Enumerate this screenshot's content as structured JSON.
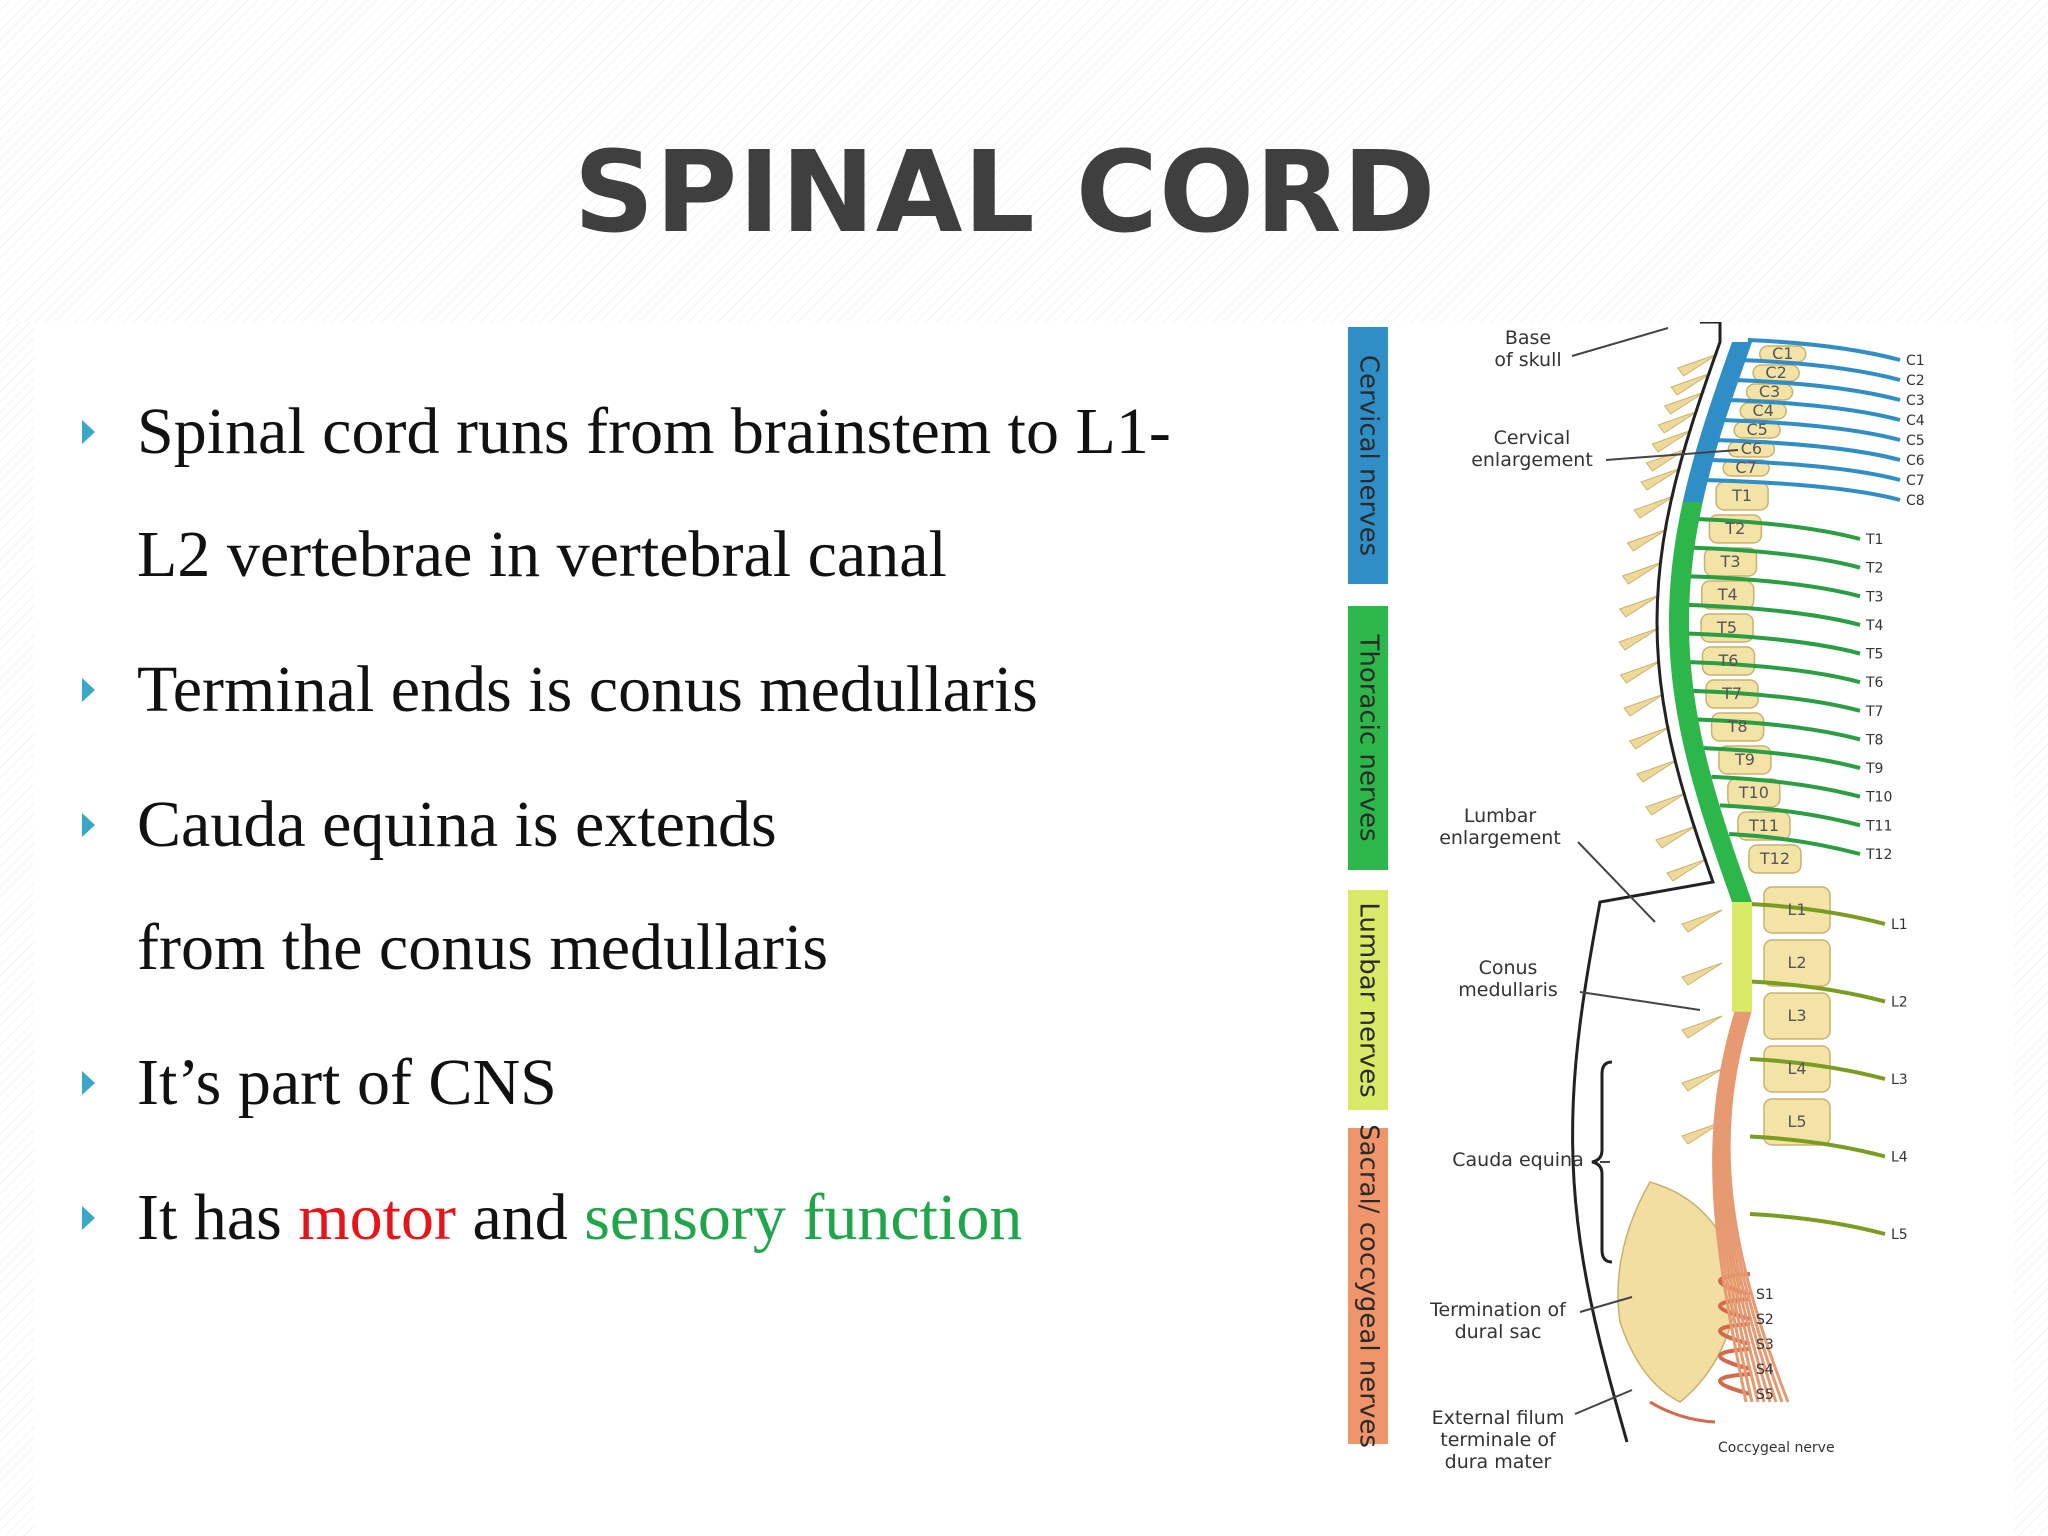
{
  "slide": {
    "title": "SPINAL CORD",
    "bullets": [
      {
        "text": "Spinal cord runs from brainstem to L1-L2 vertebrae in vertebral canal"
      },
      {
        "text": "Terminal ends is conus medullaris"
      },
      {
        "text": "Cauda equina is extends from the conus medullaris"
      },
      {
        "text": "It’s part of CNS"
      },
      {
        "before": "It has ",
        "motor": "motor",
        "middle": " and ",
        "sensory": "sensory function"
      }
    ],
    "colors": {
      "title": "#3f3f3f",
      "bullet_arrow": "#3aa7c9",
      "motor": "#e8141c",
      "sensory": "#1fa64a"
    }
  },
  "diagram": {
    "regions": [
      {
        "label": "Cervical nerves",
        "color": "#2f8ec6"
      },
      {
        "label": "Thoracic nerves",
        "color": "#2db64a"
      },
      {
        "label": "Lumbar nerves",
        "color": "#d9ea66"
      },
      {
        "label": "Sacral/ coccygeal nerves",
        "color": "#f0956a"
      }
    ],
    "annotations": {
      "base_of_skull": [
        "Base",
        "of skull"
      ],
      "cervical_enlargement": [
        "Cervical",
        "enlargement"
      ],
      "lumbar_enlargement": [
        "Lumbar",
        "enlargement"
      ],
      "conus_medullaris": [
        "Conus",
        "medullaris"
      ],
      "cauda_equina": [
        "Cauda equina"
      ],
      "termination_dural_sac": [
        "Termination of",
        "dural sac"
      ],
      "filum_terminale": [
        "External filum",
        "terminale of",
        "dura mater"
      ]
    },
    "vertebrae_labels": [
      "C1",
      "C2",
      "C3",
      "C4",
      "C5",
      "C6",
      "C7",
      "T1",
      "T2",
      "T3",
      "T4",
      "T5",
      "T6",
      "T7",
      "T8",
      "T9",
      "T10",
      "T11",
      "T12",
      "L1",
      "L2",
      "L3",
      "L4",
      "L5"
    ],
    "cervical_nerves": [
      "C1",
      "C2",
      "C3",
      "C4",
      "C5",
      "C6",
      "C7",
      "C8"
    ],
    "thoracic_nerves": [
      "T1",
      "T2",
      "T3",
      "T4",
      "T5",
      "T6",
      "T7",
      "T8",
      "T9",
      "T10",
      "T11",
      "T12"
    ],
    "lumbar_nerves": [
      "L1",
      "L2",
      "L3",
      "L4",
      "L5"
    ],
    "sacral_nerves": [
      "S1",
      "S2",
      "S3",
      "S4",
      "S5"
    ],
    "coccygeal_nerve": "Coccygeal nerve"
  }
}
